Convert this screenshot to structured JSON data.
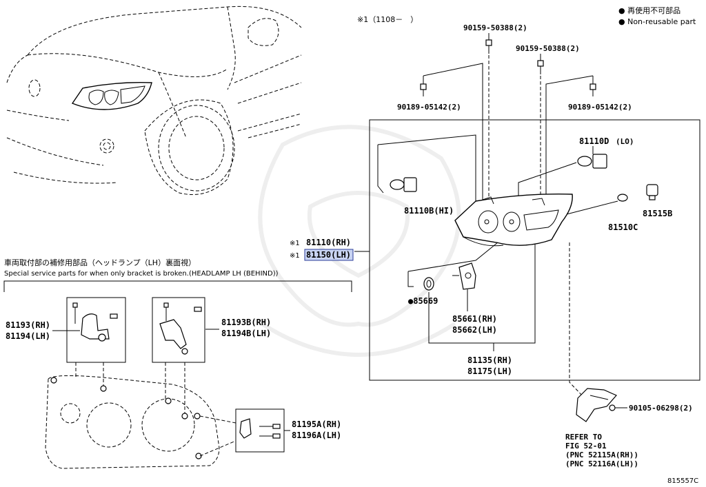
{
  "legend": {
    "jp": "● 再使用不可部品",
    "en": "● Non-reusable part"
  },
  "note_top": "※1（1108－　）",
  "bolts": {
    "b1": "90159-50388(2)",
    "b2": "90159-50388(2)",
    "s1": "90189-05142(2)",
    "s2": "90189-05142(2)"
  },
  "parts": {
    "hi_bulb": "81110B(HI)",
    "lo_bulb": "81110D",
    "lo_suffix": "(LO)",
    "socket_b": "81515B",
    "bulb_c": "81510C",
    "assy_1": "81110(RH)",
    "assy_2": "81150(LH)",
    "mark_1": "※1",
    "mark_2": "※1",
    "gasket": "●85669",
    "actuator_1": "85661(RH)",
    "actuator_2": "85662(LH)",
    "cover_1": "81135(RH)",
    "cover_2": "81175(LH)",
    "bracket_screw": "90105-06298(2)",
    "bk_a1": "81193(RH)",
    "bk_a2": "81194(LH)",
    "bk_b1": "81193B(RH)",
    "bk_b2": "81194B(LH)",
    "bk_c1": "81195A(RH)",
    "bk_c2": "81196A(LH)"
  },
  "refer": {
    "l1": "REFER TO",
    "l2": "FIG 52-01",
    "l3": "(PNC 52115A(RH))",
    "l4": "(PNC 52116A(LH))"
  },
  "service": {
    "jp": "車両取付部の補修用部品（ヘッドランプ（LH）裏面視）",
    "en": "Special service parts for when only bracket is broken.(HEADLAMP LH (BEHIND))"
  },
  "figure_id": "815557C",
  "highlight_color": "#c9d4f2"
}
